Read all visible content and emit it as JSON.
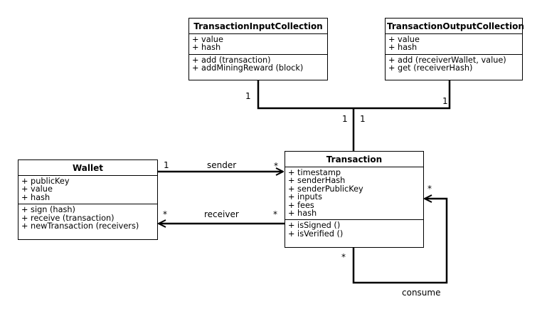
{
  "classes": {
    "input_collection": {
      "name": "TransactionInputCollection",
      "attributes": [
        "+ value",
        "+ hash"
      ],
      "operations": [
        "+ add (transaction)",
        "+ addMiningReward (block)"
      ]
    },
    "output_collection": {
      "name": "TransactionOutputCollection",
      "attributes": [
        "+ value",
        "+ hash"
      ],
      "operations": [
        "+ add (receiverWallet, value)",
        "+ get (receiverHash)"
      ]
    },
    "transaction": {
      "name": "Transaction",
      "attributes": [
        "+ timestamp",
        "+ senderHash",
        "+ senderPublicKey",
        "+ inputs",
        "+ fees",
        "+ hash"
      ],
      "operations": [
        "+ isSigned ()",
        "+ isVerified ()"
      ]
    },
    "wallet": {
      "name": "Wallet",
      "attributes": [
        "+ publicKey",
        "+ value",
        "+ hash"
      ],
      "operations": [
        "+ sign (hash)",
        "+ receive (transaction)",
        "+ newTransaction (receivers)"
      ]
    }
  },
  "associations": {
    "input_to_transaction": {
      "input_end": "1",
      "transaction_end": "1"
    },
    "output_to_transaction": {
      "output_end": "1",
      "transaction_end": "1"
    },
    "sender": {
      "label": "sender",
      "wallet_end": "1",
      "transaction_end": "*"
    },
    "receiver": {
      "label": "receiver",
      "wallet_end": "*",
      "transaction_end": "*"
    },
    "consume": {
      "label": "consume",
      "source_end": "*",
      "target_end": "*"
    }
  }
}
